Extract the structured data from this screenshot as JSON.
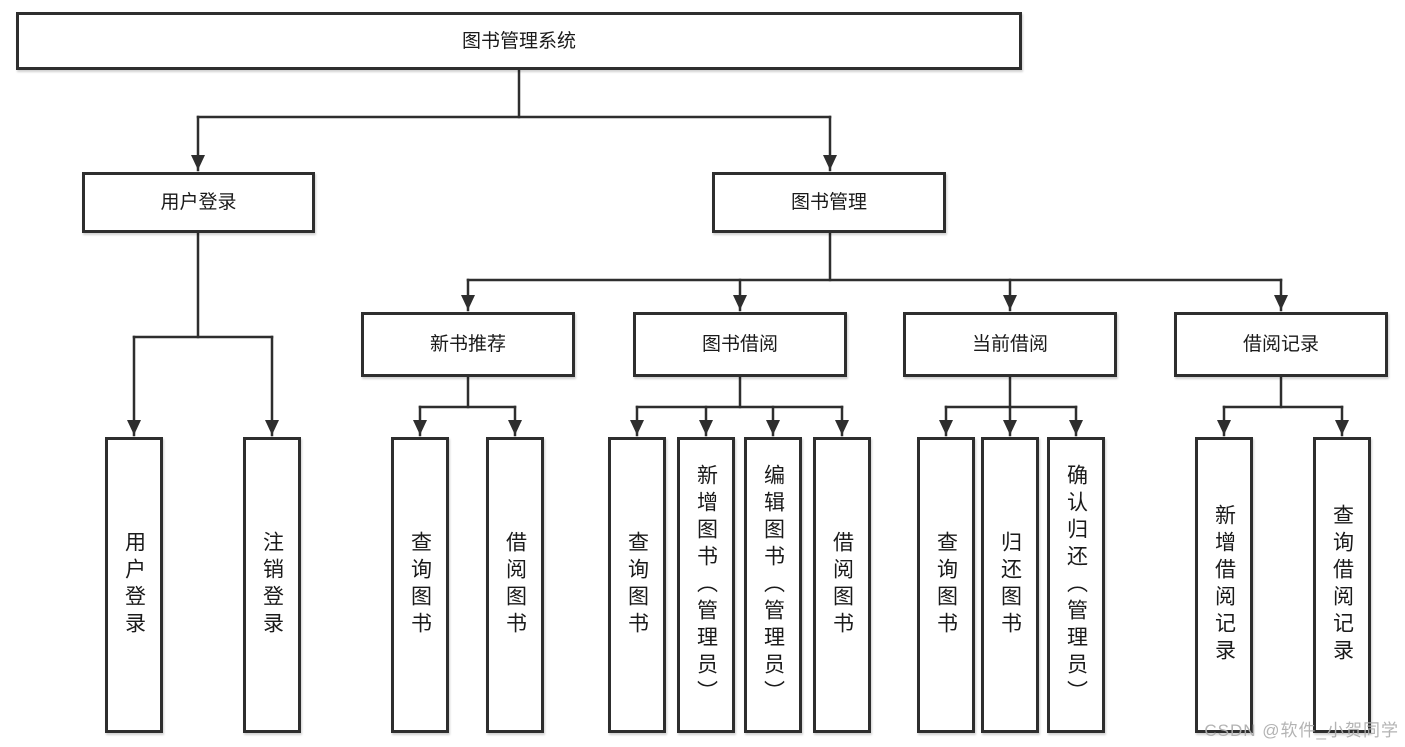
{
  "tree": {
    "root": "图书管理系统",
    "branches": [
      {
        "label": "用户登录",
        "leaves": [
          "用户登录",
          "注销登录"
        ]
      },
      {
        "label": "图书管理",
        "groups": [
          {
            "label": "新书推荐",
            "leaves": [
              "查询图书",
              "借阅图书"
            ]
          },
          {
            "label": "图书借阅",
            "leaves": [
              "查询图书",
              "新增图书（管理员）",
              "编辑图书（管理员）",
              "借阅图书"
            ]
          },
          {
            "label": "当前借阅",
            "leaves": [
              "查询图书",
              "归还图书",
              "确认归还（管理员）"
            ]
          },
          {
            "label": "借阅记录",
            "leaves": [
              "新增借阅记录",
              "查询借阅记录"
            ]
          }
        ]
      }
    ]
  },
  "colors": {
    "line": "#2e2e2e",
    "text": "#1a1a1a",
    "watermark": "#afafaf"
  },
  "watermark": "CSDN @软件_小贺同学"
}
